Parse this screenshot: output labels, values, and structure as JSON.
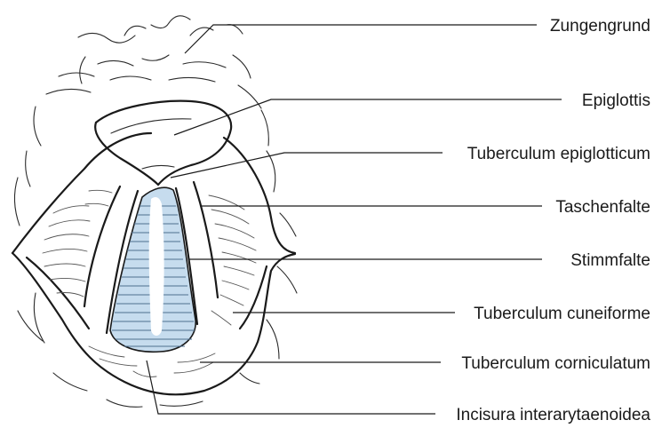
{
  "diagram": {
    "labels": [
      {
        "id": "zungengrund",
        "text": "Zungengrund"
      },
      {
        "id": "epiglottis",
        "text": "Epiglottis"
      },
      {
        "id": "tuberculum-epiglotticum",
        "text": "Tuberculum epiglotticum"
      },
      {
        "id": "taschenfalte",
        "text": "Taschenfalte"
      },
      {
        "id": "stimmfalte",
        "text": "Stimmfalte"
      },
      {
        "id": "tuberculum-cuneiforme",
        "text": "Tuberculum cuneiforme"
      },
      {
        "id": "tuberculum-corniculatum",
        "text": "Tuberculum corniculatum"
      },
      {
        "id": "incisura-interarytaenoidea",
        "text": "Incisura interarytaenoidea"
      }
    ],
    "colors": {
      "glottis_fill": "#c6dcee",
      "glottis_lines": "#4d6f8f",
      "line": "#1a1a1a"
    }
  }
}
